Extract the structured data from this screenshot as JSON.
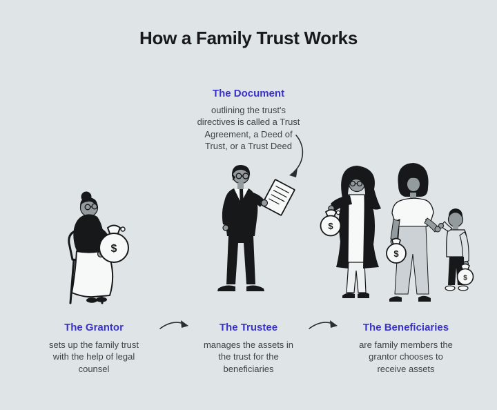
{
  "page": {
    "title": "How a Family Trust Works"
  },
  "document": {
    "heading": "The Document",
    "description": "outlining the trust's\ndirectives is called a Trust\nAgreement, a Deed of\nTrust, or a Trust Deed"
  },
  "roles": [
    {
      "heading": "The Grantor",
      "description": "sets up the family trust\nwith the help of legal\ncounsel"
    },
    {
      "heading": "The Trustee",
      "description": "manages the assets in\nthe trust for the\nbeneficiaries"
    },
    {
      "heading": "The Beneficiaries",
      "description": "are family members the\ngrantor chooses to\nreceive assets"
    }
  ],
  "icons": {
    "dollar": "$"
  },
  "colors": {
    "background": "#dfe4e7",
    "heading_blue": "#3b33c6",
    "body_text": "#3c4246",
    "ink": "#17181a"
  }
}
